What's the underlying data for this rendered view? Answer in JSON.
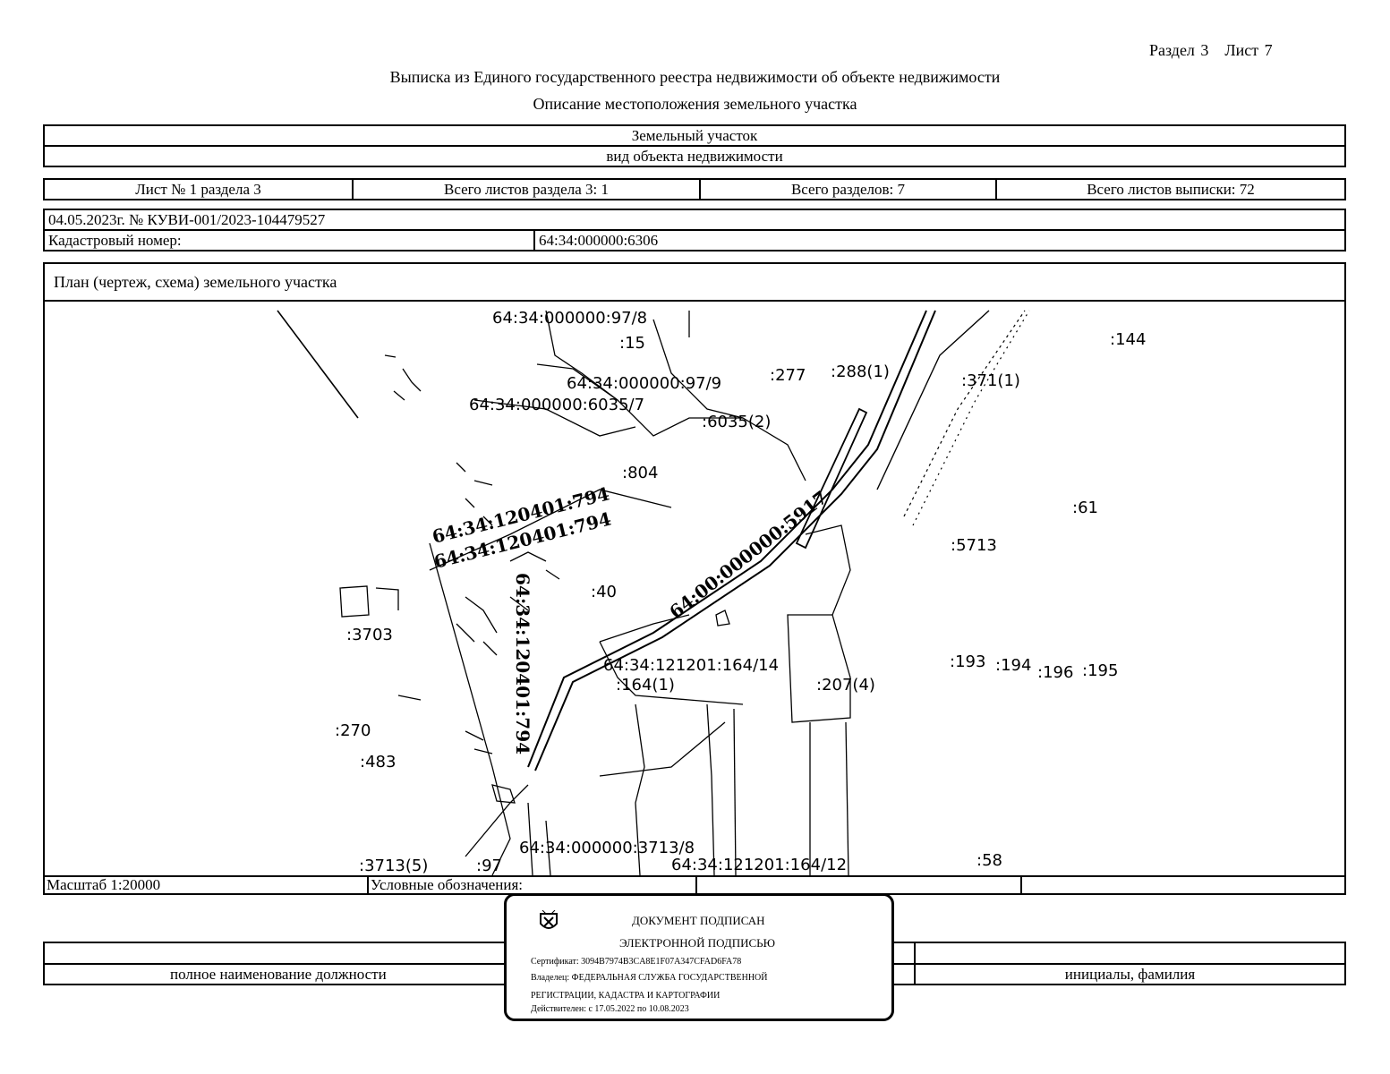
{
  "header": {
    "section": "Раздел 3",
    "sheet": "Лист 7",
    "title": "Выписка из Единого государственного реестра недвижимости об объекте недвижимости",
    "subtitle": "Описание местоположения земельного участка"
  },
  "object": {
    "type_value": "Земельный участок",
    "type_caption": "вид объекта недвижимости"
  },
  "sheets": {
    "sheet_no": "Лист № 1 раздела 3",
    "total_section_sheets": "Всего листов раздела 3: 1",
    "total_sections": "Всего разделов: 7",
    "total_extract_sheets": "Всего листов выписки: 72"
  },
  "record": {
    "date_number": "04.05.2023г. № КУВИ-001/2023-104479527",
    "cadastral_label": "Кадастровый номер:",
    "cadastral_value": "64:34:000000:6306"
  },
  "plan": {
    "title": "План (чертеж, схема) земельного участка",
    "labels": {
      "l1": "64:34:000000:97/8",
      "l2": ":15",
      "l3": ":144",
      "l4": ":277",
      "l5": ":288(1)",
      "l6": "64:34:000000:97/9",
      "l7": ":371(1)",
      "l8": "64:34:000000:6035/7",
      "l9": ":6035(2)",
      "l10": ":804",
      "l11": "64:34:120401:794",
      "l12": "64:34:120401:794",
      "l13": ":61",
      "l14": "64:00:000000:5917",
      "l15": ":5713",
      "l16": "64:34:120401:794",
      "l17": ":40",
      "l18": ":3703",
      "l19": "64:34:121201:164/14",
      "l20": ":164(1)",
      "l21": ":207(4)",
      "l22": ":193",
      "l23": ":194",
      "l24": ":196",
      "l25": ":195",
      "l26": ":270",
      "l27": ":483",
      "l28": "64:34:000000:3713/8",
      "l29": ":3713(5)",
      "l30": ":97",
      "l31": "64:34:121201:164/12",
      "l32": ":58"
    },
    "scale": "Масштаб 1:20000",
    "legend_label": "Условные обозначения:"
  },
  "signature": {
    "position_caption": "полное наименование должности",
    "name_caption": "инициалы, фамилия"
  },
  "stamp": {
    "line1": "ДОКУМЕНТ ПОДПИСАН",
    "line2": "ЭЛЕКТРОННОЙ ПОДПИСЬЮ",
    "certificate": "Сертификат: 3094B7974B3CA8E1F07A347CFAD6FA78",
    "owner": "Владелец: ФЕДЕРАЛЬНАЯ СЛУЖБА ГОСУДАРСТВЕННОЙ",
    "owner2": "РЕГИСТРАЦИИ, КАДАСТРА И КАРТОГРАФИИ",
    "valid": "Действителен: с 17.05.2022 по 10.08.2023",
    "emblem_icon": "coat-of-arms-icon"
  }
}
